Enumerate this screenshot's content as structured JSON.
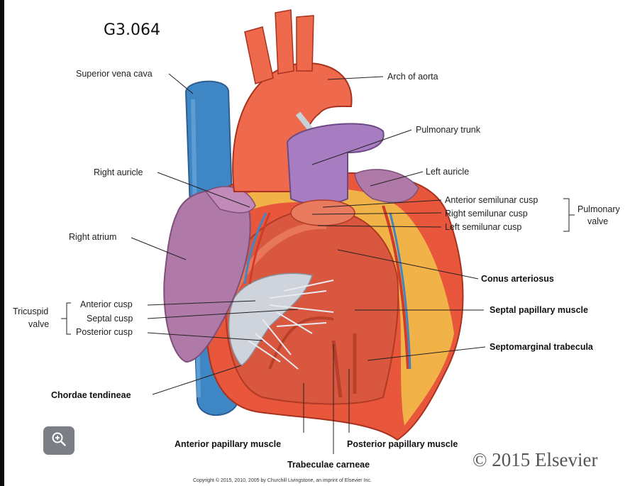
{
  "figure_id": "G3.064",
  "labels": {
    "superior_vena_cava": "Superior vena cava",
    "arch_of_aorta": "Arch of aorta",
    "pulmonary_trunk": "Pulmonary trunk",
    "right_auricle": "Right auricle",
    "left_auricle": "Left auricle",
    "anterior_semilunar_cusp": "Anterior semilunar cusp",
    "right_semilunar_cusp": "Right semilunar cusp",
    "left_semilunar_cusp": "Left semilunar cusp",
    "pulmonary_valve_line1": "Pulmonary",
    "pulmonary_valve_line2": "valve",
    "right_atrium": "Right atrium",
    "conus_arteriosus": "Conus arteriosus",
    "tricuspid_valve_line1": "Tricuspid",
    "tricuspid_valve_line2": "valve",
    "anterior_cusp": "Anterior cusp",
    "septal_cusp": "Septal cusp",
    "posterior_cusp": "Posterior cusp",
    "septal_papillary_muscle": "Septal papillary muscle",
    "septomarginal_trabecula": "Septomarginal trabecula",
    "chordae_tendineae": "Chordae tendineae",
    "anterior_papillary_muscle": "Anterior papillary muscle",
    "posterior_papillary_muscle": "Posterior papillary muscle",
    "trabeculae_carneae": "Trabeculae carneae"
  },
  "copyright": "© 2015 Elsevier",
  "footnote": "Copyright © 2015, 2010, 2005 by Churchill Livingstone, an imprint of Elsevier Inc.",
  "zoom_button": {
    "icon": "zoom-in-icon"
  },
  "colors": {
    "vena_cava": "#3f86c4",
    "aorta": "#ef6a4c",
    "pulmonary_trunk": "#a77cc0",
    "myocardium": "#e8573c",
    "fat": "#f2c24a",
    "atrium": "#b07aa8",
    "valve_cusps": "#cfd4dc",
    "ventricle_interior": "#d9573f"
  }
}
